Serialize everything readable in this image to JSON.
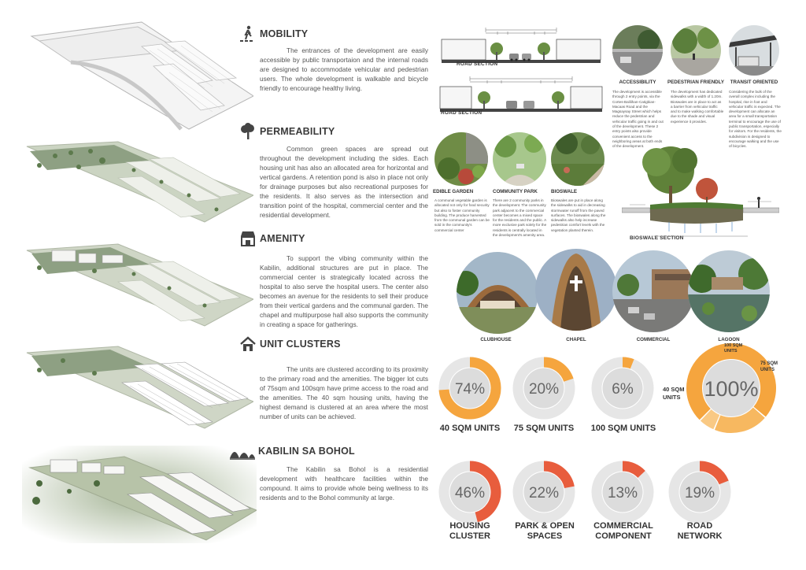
{
  "sections": {
    "mobility": {
      "title": "MOBILITY",
      "text": "The entrances of the development are easily accessible by public transportaion and the internal roads are designed to accommodate vehicular and pedestrian users. The whole development is walkable and bicycle friendly to encourage healthy living."
    },
    "permeability": {
      "title": "PERMEABILITY",
      "text": "Common green spaces are spread out throughout the development including the sides. Each housing unit has also an allocated area for horizontal and vertical gardens. A retention pond is also in place not only for drainage purposes but also recreational purposes for the residents. It also serves as the intersection and transition point of the hospital, commercial center and the residential development."
    },
    "amenity": {
      "title": "AMENITY",
      "text": "To support the vibing community within the Kabilin, additional structures are put in place. The commercial center is strategically located across the hospital to also serve the hospital users. The center also becomes an avenue for the residents to sell their produce from their vertical gardens and the communal garden. The chapel and multipurpose hall also supports the community in creating a space for gatherings."
    },
    "units": {
      "title": "UNIT CLUSTERS",
      "text": "The units are clustered according to its proximity to the primary road and the amenities. The bigger lot cuts of 75sqm and 100sqm have prime access to the road and the amenities. The 40 sqm housing units, having the highest demand is clustered at an area where the most number of units can be achieved."
    },
    "kabilin": {
      "title": "KABILIN SA BOHOL",
      "text": "The Kabilin sa Bohol is a residential development with healthcare facilities within the compound. It aims to provide whole being wellness to its residents and to the Bohol community at large."
    }
  },
  "road": {
    "label1": "ROAD SECTION",
    "label2": "ROAD SECTION"
  },
  "features": {
    "accessibility": {
      "label": "ACCESSIBILITY",
      "text": "The development is accessible through 2 entry points, via the Cortes-Balilihan-Catigbian-Macaas Road and the Magsaysay Street which helps reduce the pedestrian and vehicular traffic going in and out of the development. These 2 entry points also provide convenient access to the neighboring areas at both ends of the development."
    },
    "pedestrian": {
      "label": "PEDESTRIAN FRIENDLY",
      "text": "The development has dedicated sidewalks with a width of 1.20m. Bioswales are in place to act as a barrier from vehicular traffic and to make walking comfortable due to the shade and visual experience it provides."
    },
    "transit": {
      "label": "TRANSIT ORIENTED",
      "text": "Considering the bulk of the overall complex including the hospital, rise in foot and vehicular traffic is expected. The development can allocate an area for a small transportation terminal to encourage the use of public transportation, especially for visitors. For the residents, the subdivision is designed to encourage walking and the use of bicycles."
    },
    "edible": {
      "label": "EDIBLE GARDEN",
      "text": "A communal vegetable garden is allocated not only for food security but also to foster community building. The produce harvested from the communal garden can be sold in the community's commercial center"
    },
    "park": {
      "label": "COMMUNITY PARK",
      "text": "There are 2 community parks in the development. The community park adjacent to the commercial center becomes a mixed space for the residents and the public. A more exclusive park solely for the residents is centrally located in the development's amenity area."
    },
    "bioswale": {
      "label": "BIOSWALE",
      "text": "Bioswales are put in place along the sidewalks to aid in decreasing stormwater runoff from the paved surfaces. The bioswales along the sidewalks also help increase pedestrian comfort levels with the vegetation planted therein."
    },
    "bioswale_section": {
      "label": "BIOSWALE SECTION"
    }
  },
  "amenities": [
    {
      "label": "CLUBHOUSE"
    },
    {
      "label": "CHAPEL"
    },
    {
      "label": "COMMERCIAL"
    },
    {
      "label": "LAGOON"
    }
  ],
  "colors": {
    "accent": "#f5a53e",
    "land": "#e85d3d",
    "ring": "#e6e6e6",
    "inner": "#dcdcdc"
  },
  "chart_data": [
    {
      "type": "pie",
      "categories": [
        "40 SQM UNITS",
        "75 SQM UNITS",
        "100 SQM UNITS"
      ],
      "values": [
        74,
        20,
        6
      ],
      "value_labels": [
        "74%",
        "20%",
        "6%"
      ],
      "total_label": "100%",
      "total_slice_labels": [
        "40 SQM UNITS",
        "75 SQM UNITS",
        "100 SQM UNITS"
      ]
    },
    {
      "type": "pie",
      "categories": [
        "HOUSING CLUSTER",
        "PARK & OPEN SPACES",
        "COMMERCIAL COMPONENT",
        "ROAD NETWORK"
      ],
      "values": [
        46,
        22,
        13,
        19
      ],
      "value_labels": [
        "46%",
        "22%",
        "13%",
        "19%"
      ]
    }
  ]
}
